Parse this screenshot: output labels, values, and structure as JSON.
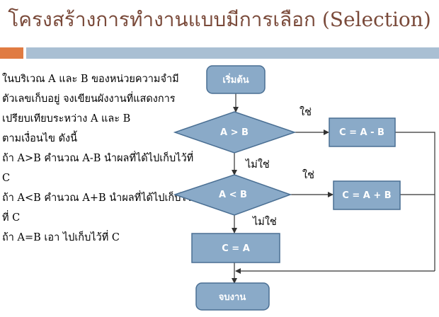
{
  "slide": {
    "title": "โครงสร้างการทำงานแบบมีการเลือก (Selection)",
    "body_lines": [
      "ในบริเวณ A และ B ของหน่วยความจำมี",
      "ตัวเลขเก็บอยู่ จงเขียนผังงานที่แสดงการ",
      "เปรียบเทียบระหว่าง A และ B",
      "ตามเงื่อนไข ดังนี้",
      "ถ้า A>B คำนวณ A-B นำผลที่ได้ไปเก็บไว้ที่",
      "C",
      "ถ้า A<B คำนวณ A+B นำผลที่ได้ไปเก็บไว้",
      "ที่ C",
      "ถ้า A=B เอา ไปเก็บไว้ที่ C"
    ]
  },
  "flowchart": {
    "start": "เริ่มต้น",
    "decision1": "A > B",
    "decision2": "A < B",
    "process_minus": "C = A - B",
    "process_plus": "C = A + B",
    "process_equal": "C = A",
    "end": "จบงาน",
    "yes1": "ใช่",
    "no1": "ไม่ใช่",
    "yes2": "ใช่",
    "no2": "ไม่ใช่"
  },
  "colors": {
    "node_fill": "#8aaac8",
    "node_stroke": "#4a6f93",
    "title_color": "#7a4a3a",
    "accent_orange": "#e07b42",
    "accent_blue": "#a9bfd3"
  }
}
